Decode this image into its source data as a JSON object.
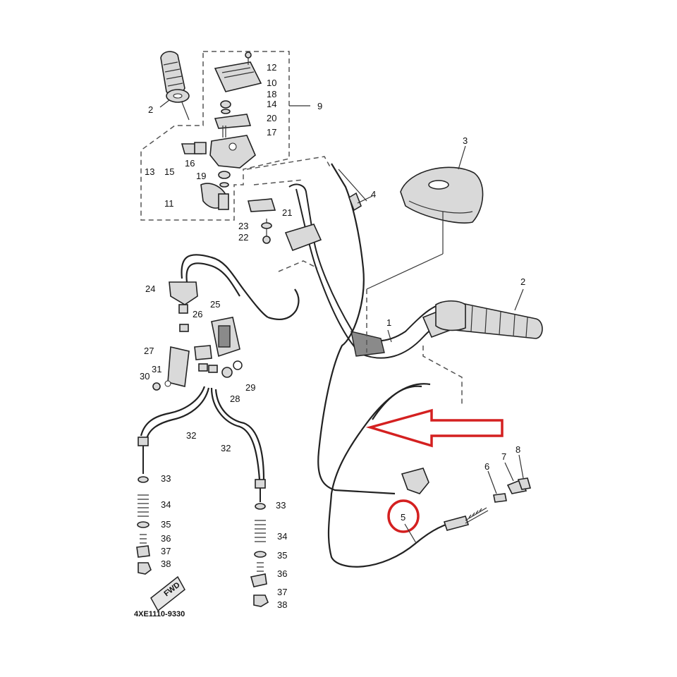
{
  "diagram": {
    "part_code": "4XE1110-9330",
    "fwd_label": "FWD",
    "callouts": [
      "1",
      "2",
      "2",
      "3",
      "4",
      "5",
      "6",
      "7",
      "8",
      "9",
      "10",
      "11",
      "12",
      "13",
      "14",
      "15",
      "16",
      "17",
      "18",
      "19",
      "20",
      "21",
      "22",
      "23",
      "24",
      "25",
      "26",
      "27",
      "28",
      "29",
      "30",
      "31",
      "32",
      "32",
      "33",
      "33",
      "34",
      "34",
      "35",
      "35",
      "36",
      "36",
      "37",
      "37",
      "38",
      "38"
    ],
    "highlighted_part": "5",
    "colors": {
      "line": "#222222",
      "highlight": "#d42020",
      "background": "#ffffff"
    }
  }
}
